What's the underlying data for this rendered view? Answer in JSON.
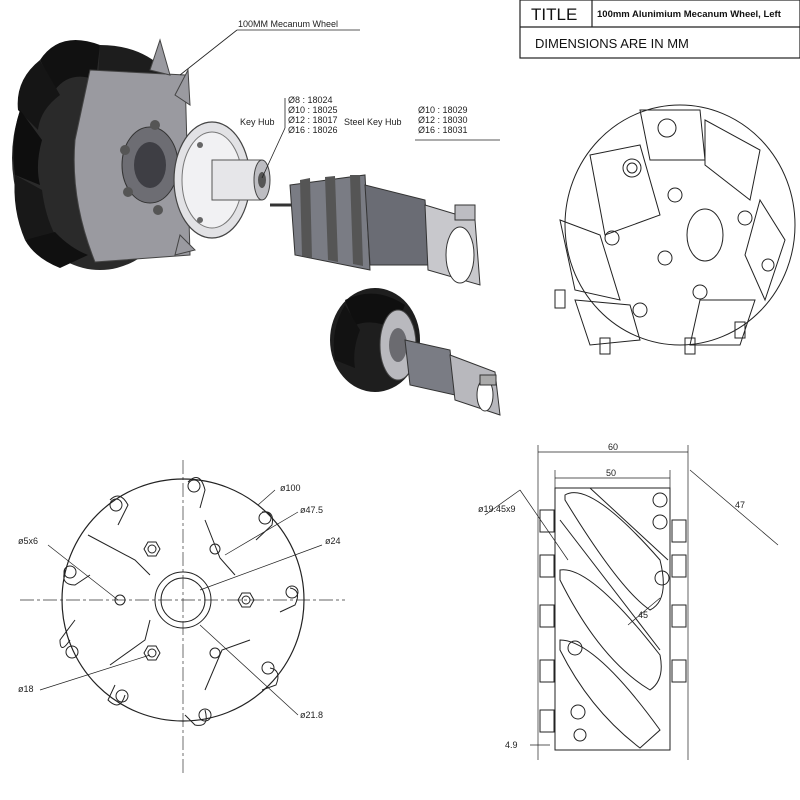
{
  "title_block": {
    "title_label": "TITLE",
    "title_value": "100mm Alunimium Mecanum Wheel, Left",
    "note": "DIMENSIONS ARE IN MM"
  },
  "exploded_view": {
    "wheel_label": "100MM Mecanum Wheel",
    "key_hub_label": "Key Hub",
    "key_hub_parts": [
      "Ø8 : 18024",
      "Ø10 : 18025",
      "Ø12 : 18017",
      "Ø16 : 18026"
    ],
    "steel_key_hub_label": "Steel Key Hub",
    "steel_key_hub_parts": [
      "Ø10 : 18029",
      "Ø12 : 18030",
      "Ø16 : 18031"
    ]
  },
  "front_view": {
    "dims": {
      "outer_dia": "ø100",
      "bolt_circle": "ø47.5",
      "bore": "ø24",
      "roller_hole": "ø5x6",
      "small_hole": "ø18",
      "hub_dia": "ø21.8"
    }
  },
  "side_view": {
    "dims": {
      "overall_width": "60",
      "inner_width": "50",
      "roller_dia": "ø19.45x9",
      "diag": "47",
      "angle": "45",
      "offset": "4.9"
    }
  },
  "colors": {
    "line": "#222222",
    "roller_dark": "#1c1c1c",
    "metal": "#8a8a8f",
    "metal_light": "#c9c9cc",
    "motor": "#6e7078"
  }
}
